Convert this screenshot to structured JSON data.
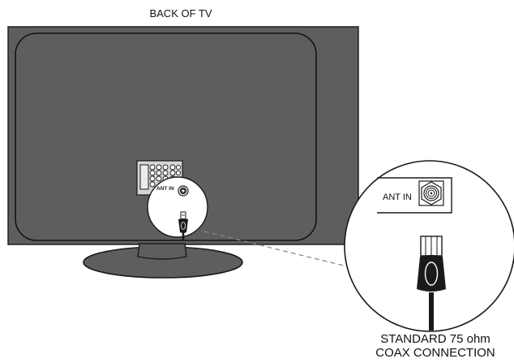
{
  "diagram": {
    "title": "BACK OF TV",
    "port_label": "ANT IN",
    "caption_line1": "STANDARD 75 ohm",
    "caption_line2": "COAX CONNECTION"
  },
  "colors": {
    "tv_body": "#5e5e5e",
    "outline": "#1a1a1a",
    "highlight": "#ffffff",
    "dashed_line": "#888888"
  },
  "icons": [
    "tv-back",
    "input-jack-panel",
    "ant-in-coax-port",
    "coax-cable-plug"
  ]
}
